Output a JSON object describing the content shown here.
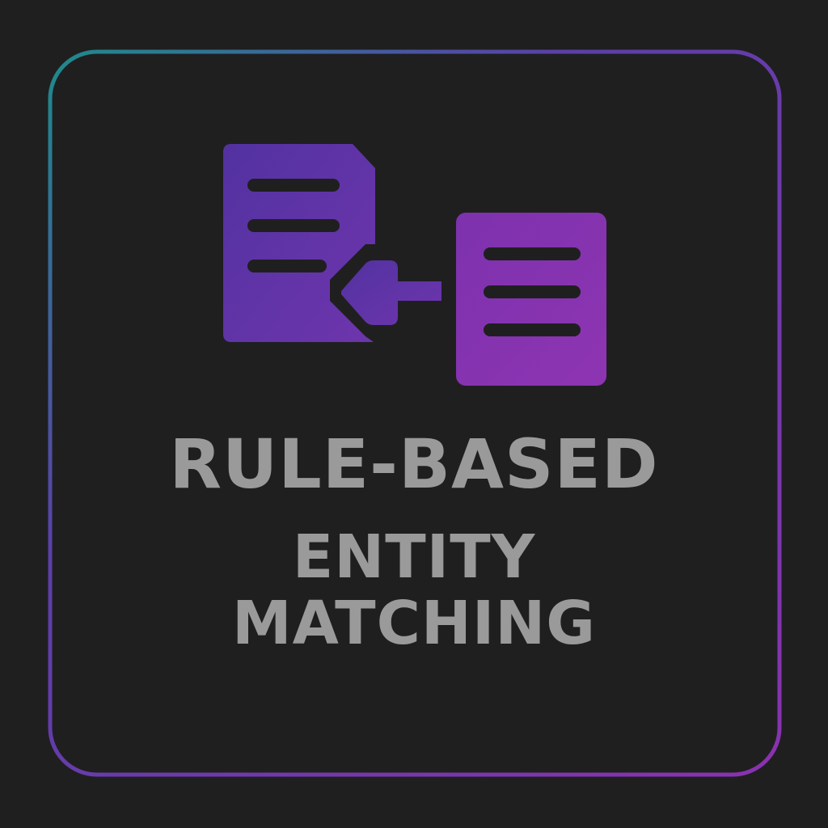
{
  "title": {
    "line1": "RULE-BASED",
    "line2": "ENTITY",
    "line3": "MATCHING"
  },
  "icon": {
    "name": "document-matching-icon",
    "left_document_color": "#5b36a5",
    "right_document_color": "#8a32b0"
  },
  "colors": {
    "background": "#1f1f20",
    "frame_gradient_start": "#1e8b8b",
    "frame_gradient_end": "#8a32b0",
    "text": "#9a9a9a"
  }
}
